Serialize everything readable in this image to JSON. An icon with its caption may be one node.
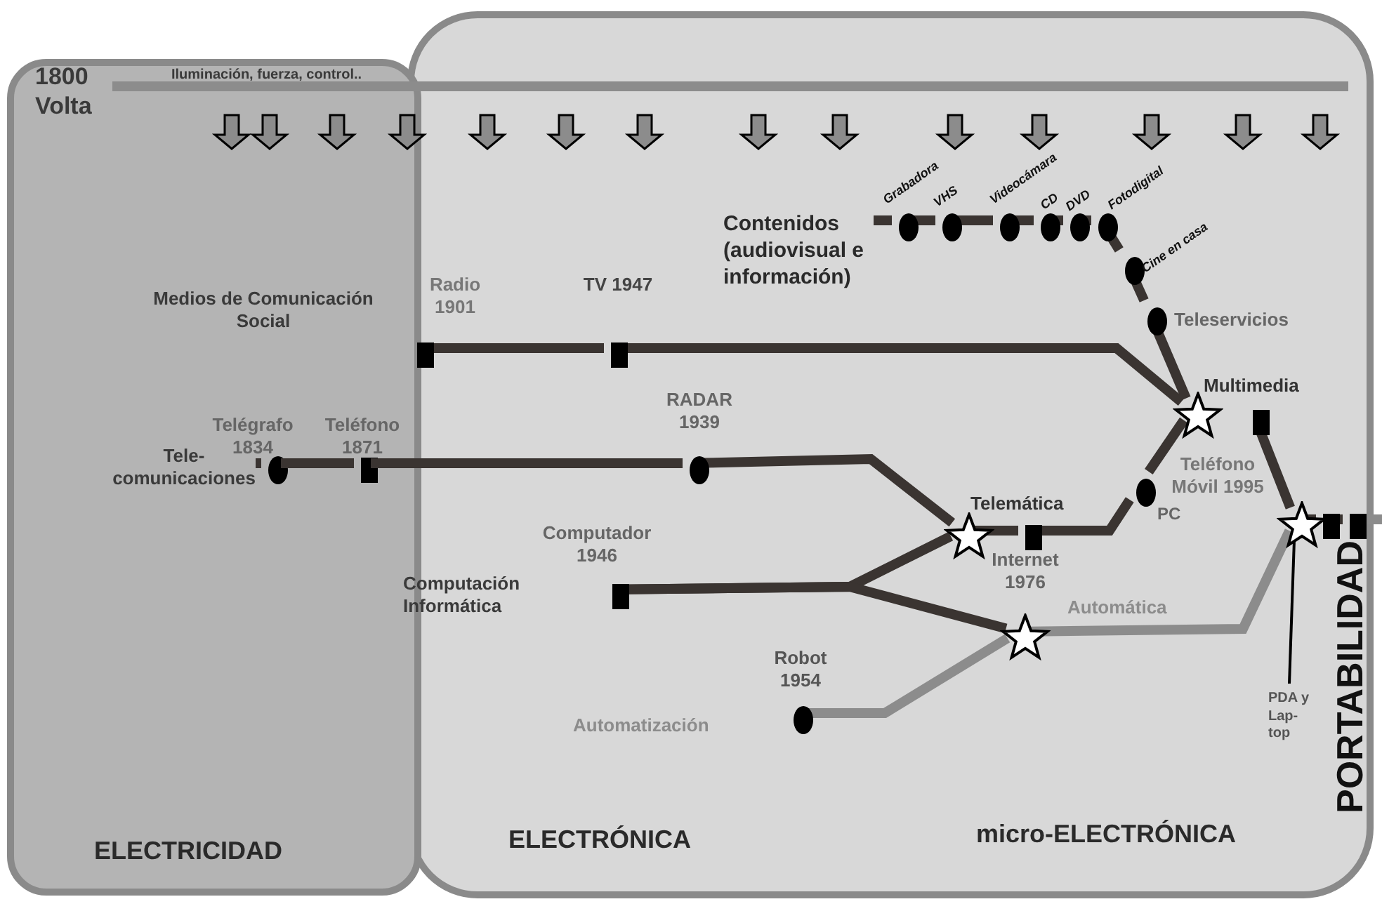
{
  "diagram": {
    "nodes": [
      {
        "text": [
          "ELECTRICIDAD"
        ]
      },
      {
        "text": [
          "ELECTRÓNICA"
        ]
      },
      {
        "text": [
          "Contenidos (audiovisual e información)"
        ],
        "in": 1
      },
      {
        "text": [],
        "shape": "ellipse",
        "beside": [
          "Grabadora"
        ],
        "in": 1
      },
      {
        "text": [],
        "shape": "ellipse",
        "beside": [
          "VHS"
        ],
        "in": 1
      },
      {
        "text": [],
        "shape": "ellipse",
        "beside": [
          "Videocámara"
        ],
        "in": 1
      },
      {
        "text": [],
        "shape": "ellipse",
        "beside": [
          "CD"
        ],
        "in": 1
      },
      {
        "text": [],
        "shape": "ellipse",
        "beside": [
          "DVD"
        ],
        "in": 1
      },
      {
        "text": [],
        "shape": "ellipse",
        "beside": [
          "Fotodigital"
        ],
        "in": 1
      },
      {
        "text": [],
        "shape": "ellipse",
        "beside": [
          "Cine en casa"
        ],
        "in": 1
      },
      {
        "text": [],
        "shape": "ellipse",
        "beside": [
          "Teleservicios"
        ],
        "in": 1
      },
      {
        "text": [],
        "shape": "box",
        "beside": [
          "Radio 1901"
        ],
        "in": 1
      },
      {
        "text": [],
        "shape": "box",
        "beside": [
          "TV 1947"
        ],
        "in": 1
      },
      {
        "text": [],
        "shape": "star",
        "beside": [
          "Multimedia"
        ],
        "in": 1
      },
      {
        "text": [
          "Tele- comunicaciones"
        ],
        "in": 0
      },
      {
        "text": [],
        "shape": "ellipse",
        "beside": [
          "Telégrafo 1834"
        ],
        "in": 0
      },
      {
        "text": [],
        "shape": "box",
        "beside": [
          "Teléfono 1871"
        ],
        "in": 0
      },
      {
        "text": [],
        "shape": "ellipse",
        "beside": [
          "RADAR 1939"
        ],
        "in": 1
      },
      {
        "text": [],
        "shape": "star",
        "beside": [
          "Telemática"
        ],
        "in": 1
      },
      {
        "text": [],
        "shape": "box",
        "beside": [
          "Internet 1976"
        ],
        "in": 1
      },
      {
        "text": [],
        "shape": "ellipse",
        "beside": [
          "PC"
        ],
        "in": 1
      },
      {
        "text": [],
        "shape": "box",
        "beside": [
          "Teléfono Móvil 1995"
        ],
        "in": 1
      },
      {
        "text": [],
        "shape": "box",
        "beside": [
          "Computador 1946"
        ],
        "in": 1
      },
      {
        "text": [],
        "shape": "star",
        "in": 1
      },
      {
        "text": [],
        "shape": "ellipse",
        "beside": [
          "Robot 1954"
        ],
        "in": 1
      },
      {
        "text": [],
        "shape": "star",
        "in": 1
      },
      {
        "text": [],
        "shape": "box",
        "in": 1
      },
      {
        "text": [],
        "shape": "box",
        "in": 1
      },
      {
        "text": [
          "PDA y Lap- top"
        ],
        "in": 1
      }
    ],
    "edges": [
      {
        "from": 14,
        "to": 15,
        "arrow": "none"
      },
      {
        "from": 15,
        "to": 16,
        "arrow": "none"
      },
      {
        "from": 16,
        "to": 17,
        "arrow": "none"
      },
      {
        "from": 17,
        "to": 18,
        "arrow": "none"
      },
      {
        "from": 22,
        "to": 18,
        "arrow": "none"
      },
      {
        "from": 22,
        "to": 23,
        "arrow": "none"
      },
      {
        "from": 18,
        "to": 19,
        "arrow": "none"
      },
      {
        "from": 19,
        "to": 20,
        "arrow": "none"
      },
      {
        "from": 20,
        "to": 13,
        "arrow": "none"
      },
      {
        "from": 11,
        "to": 12,
        "arrow": "none"
      },
      {
        "from": 12,
        "to": 13,
        "arrow": "none"
      },
      {
        "from": 2,
        "to": 3,
        "arrow": "none"
      },
      {
        "from": 3,
        "to": 4,
        "arrow": "none"
      },
      {
        "from": 4,
        "to": 5,
        "arrow": "none"
      },
      {
        "from": 5,
        "to": 6,
        "arrow": "none"
      },
      {
        "from": 6,
        "to": 7,
        "arrow": "none"
      },
      {
        "from": 7,
        "to": 8,
        "arrow": "none"
      },
      {
        "from": 8,
        "to": 9,
        "arrow": "none"
      },
      {
        "from": 9,
        "to": 10,
        "arrow": "none"
      },
      {
        "from": 10,
        "to": 13,
        "arrow": "none"
      },
      {
        "from": 24,
        "to": 23,
        "arrow": "none",
        "color": "#8c8c8c"
      },
      {
        "from": 23,
        "to": 25,
        "arrow": "none",
        "color": "#8c8c8c",
        "label": "Automática"
      },
      {
        "from": 21,
        "to": 25,
        "arrow": "none"
      },
      {
        "from": 25,
        "to": 26,
        "arrow": "none"
      },
      {
        "from": 26,
        "to": 27,
        "arrow": "none"
      },
      {
        "from": 27,
        "to": null,
        "arrow": "none",
        "color": "#8c8c8c"
      },
      {
        "from": 28,
        "to": 25,
        "arrow": "none",
        "color": "#000000"
      }
    ],
    "labels": [
      "1800 Volta",
      "Iluminación, fuerza, control..",
      "Medios de Comunicación Social",
      "Computación Informática",
      "Automatización",
      "PORTABILIDAD",
      "micro-ELECTRÓNICA"
    ]
  }
}
